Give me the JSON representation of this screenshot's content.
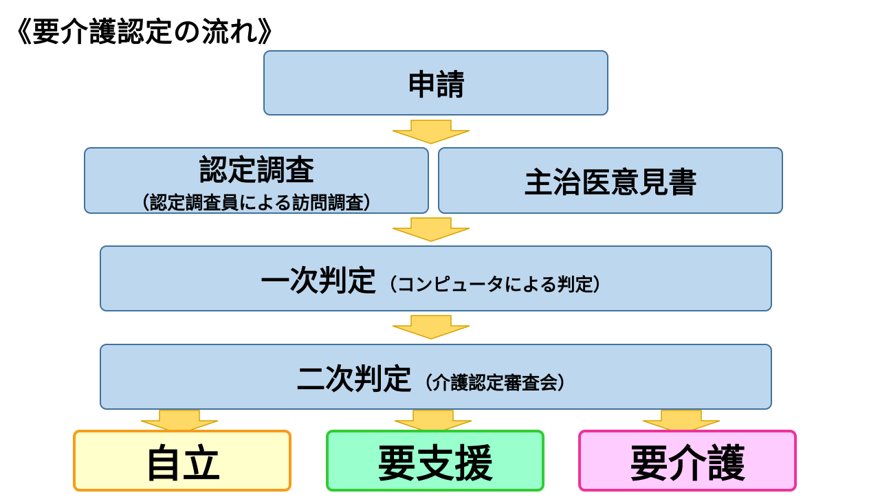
{
  "title": "《要介護認定の流れ》",
  "steps": {
    "application": {
      "label": "申請"
    },
    "survey": {
      "label": "認定調査",
      "sub": "（認定調査員による訪問調査）"
    },
    "doctor_opinion": {
      "label": "主治医意見書"
    },
    "primary": {
      "label": "一次判定",
      "sub": "（コンピュータによる判定）"
    },
    "secondary": {
      "label": "二次判定",
      "sub": "（介護認定審査会）"
    }
  },
  "outcomes": [
    {
      "label": "自立",
      "fill": "#ffffcc",
      "border": "#f59d1b"
    },
    {
      "label": "要支援",
      "fill": "#99ffcc",
      "border": "#33cc33"
    },
    {
      "label": "要介護",
      "fill": "#ffccff",
      "border": "#ee3399"
    }
  ],
  "colors": {
    "box_fill": "#bdd7ee",
    "box_border": "#41719c",
    "arrow_fill": "#ffd966",
    "arrow_border": "#d6a300"
  }
}
